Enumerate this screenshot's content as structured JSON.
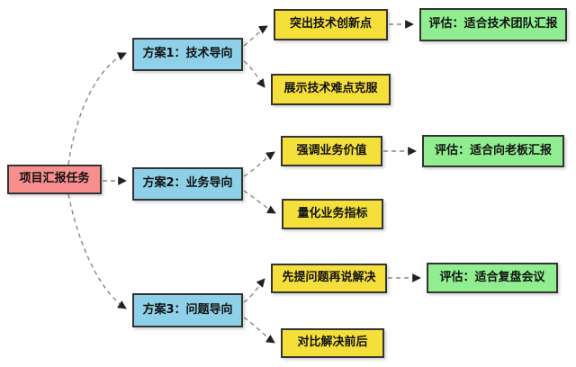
{
  "diagram": {
    "root": {
      "label": "项目汇报任务"
    },
    "plans": [
      {
        "label": "方案1：技术导向",
        "points": [
          {
            "label": "突出技术创新点",
            "evaluation": "评估：适合技术团队汇报"
          },
          {
            "label": "展示技术难点克服"
          }
        ]
      },
      {
        "label": "方案2：业务导向",
        "points": [
          {
            "label": "强调业务价值",
            "evaluation": "评估：适合向老板汇报"
          },
          {
            "label": "量化业务指标"
          }
        ]
      },
      {
        "label": "方案3：问题导向",
        "points": [
          {
            "label": "先提问题再说解决",
            "evaluation": "评估：适合复盘会议"
          },
          {
            "label": "对比解决前后"
          }
        ]
      }
    ],
    "colors": {
      "root_fill": "#F88E8E",
      "plan_fill": "#8DD0E8",
      "point_fill": "#F5DF3A",
      "evaluation_fill": "#90EE90",
      "node_border": "#333333",
      "edge_stroke": "#888888"
    }
  }
}
